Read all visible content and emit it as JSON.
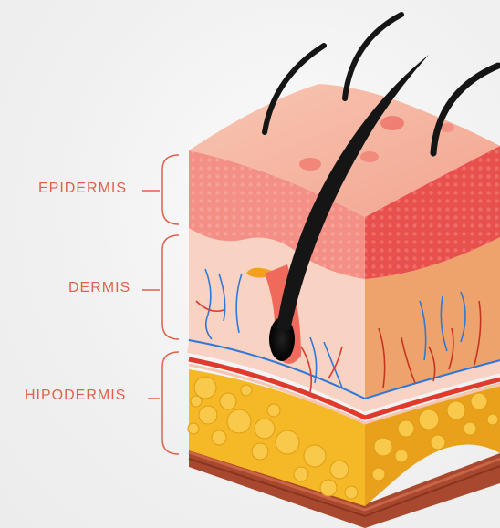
{
  "layers": {
    "epidermis": "EPIDERMIS",
    "dermis": "DERMIS",
    "hipodermis": "HIPODERMIS"
  },
  "colors": {
    "label": "#e0624a",
    "bracket": "#e0624a",
    "skin_top": "#f5b7a2",
    "epidermis_front": "#f48f86",
    "epidermis_side": "#e8504d",
    "dermis_front": "#f8d2c2",
    "dermis_side": "#eea36d",
    "fat": "#f5b928",
    "fat_side": "#e9a11c",
    "artery": "#e03a2c",
    "vein": "#2f78d6",
    "hair": "#151515",
    "muscle": "#a8482f"
  }
}
